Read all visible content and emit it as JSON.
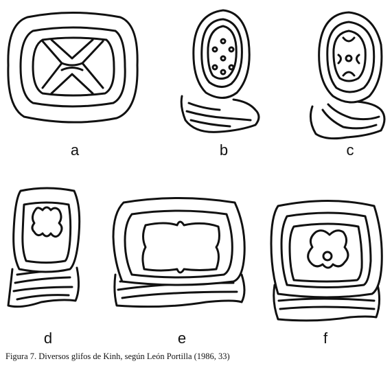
{
  "glyphs": [
    {
      "label": "a"
    },
    {
      "label": "b"
    },
    {
      "label": "c"
    },
    {
      "label": "d"
    },
    {
      "label": "e"
    },
    {
      "label": "f"
    }
  ],
  "caption": "Figura 7. Diversos glifos de Kinh, según León Portilla (1986, 33)"
}
